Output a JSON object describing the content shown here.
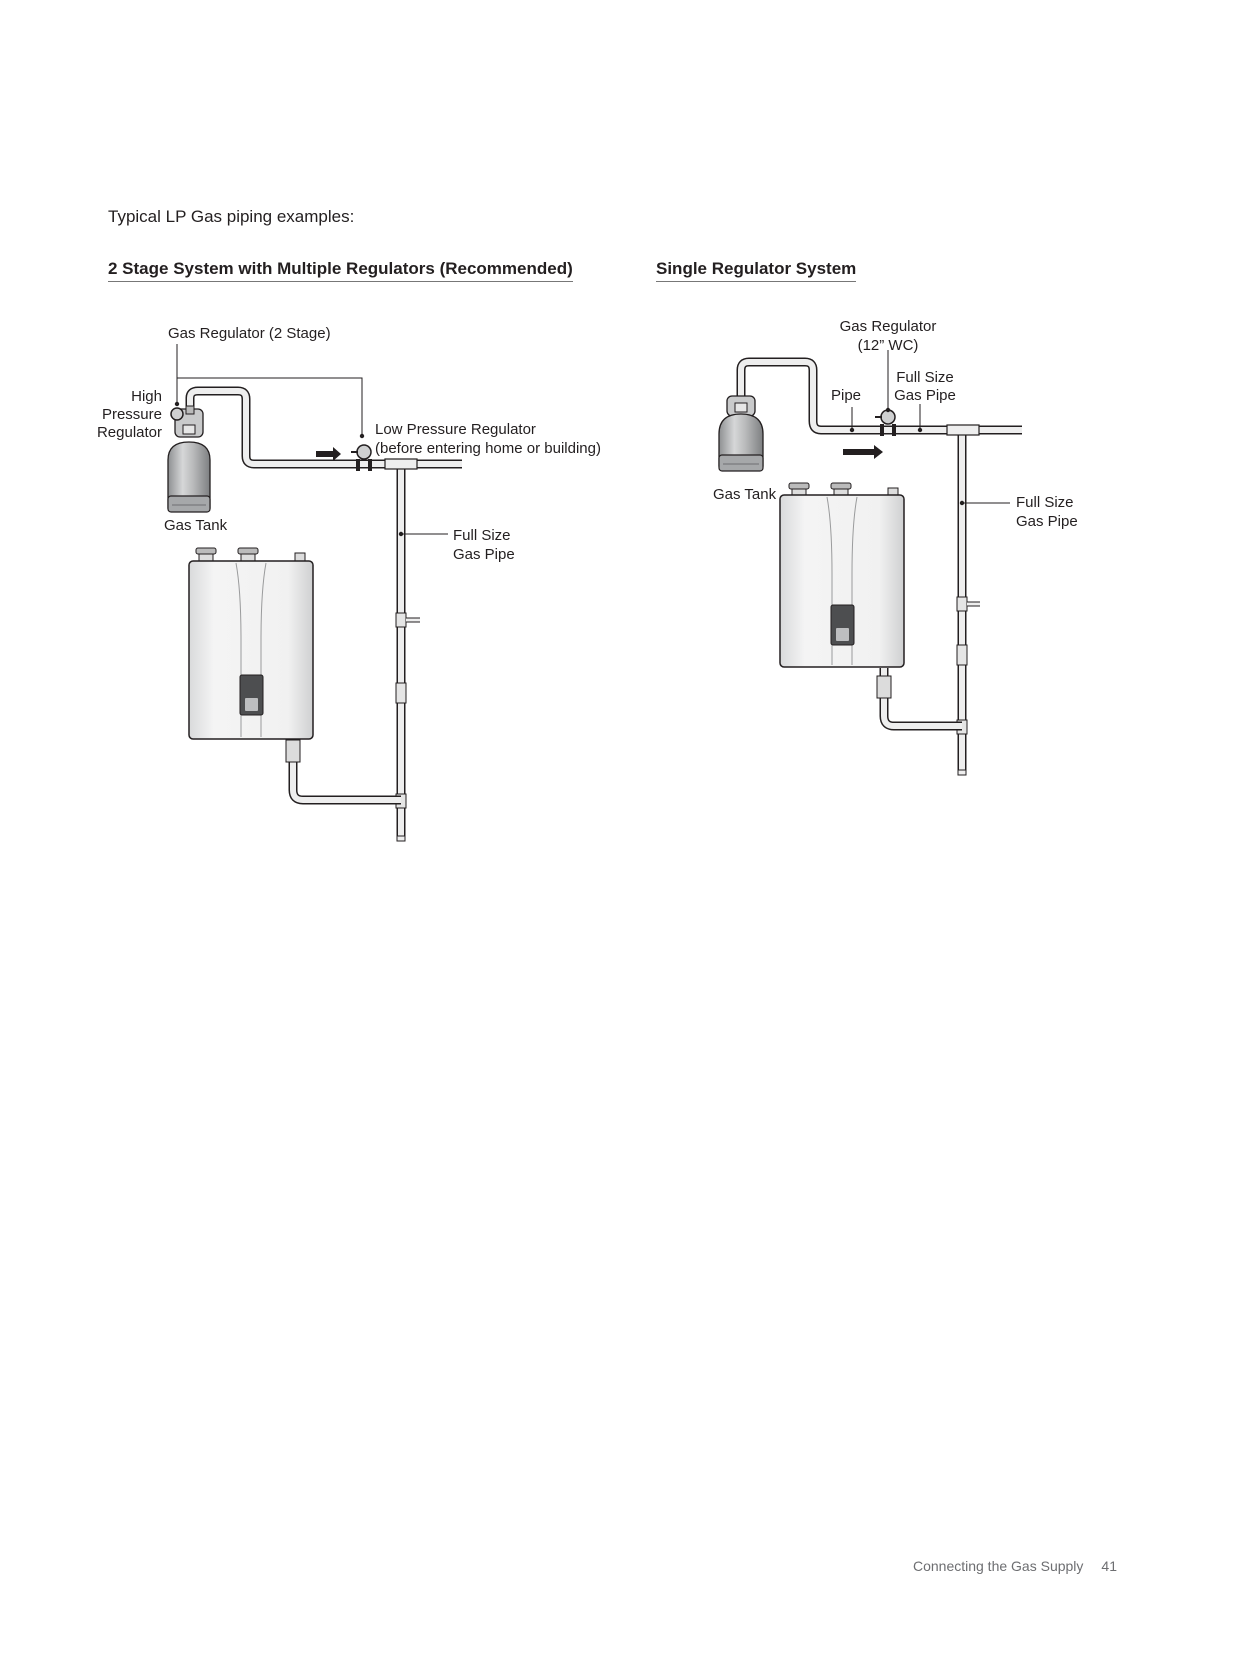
{
  "intro": "Typical LP Gas piping examples:",
  "left": {
    "heading": "2 Stage System with Multiple Regulators (Recommended)",
    "labels": {
      "gas_regulator": "Gas Regulator (2 Stage)",
      "high_pressure": [
        "High",
        "Pressure",
        "Regulator"
      ],
      "low_pressure": [
        "Low Pressure Regulator",
        "(before entering home or building)"
      ],
      "gas_tank": "Gas Tank",
      "full_size_gas_pipe": [
        "Full Size",
        "Gas Pipe"
      ]
    }
  },
  "right": {
    "heading": "Single Regulator System",
    "labels": {
      "gas_regulator": [
        "Gas Regulator",
        "(12” WC)"
      ],
      "pipe": "Pipe",
      "full_size_gas_pipe_top": [
        "Full Size",
        "Gas Pipe"
      ],
      "gas_tank": "Gas Tank",
      "full_size_gas_pipe_side": [
        "Full Size",
        "Gas Pipe"
      ]
    }
  },
  "footer": {
    "section": "Connecting the Gas Supply",
    "page": "41"
  }
}
